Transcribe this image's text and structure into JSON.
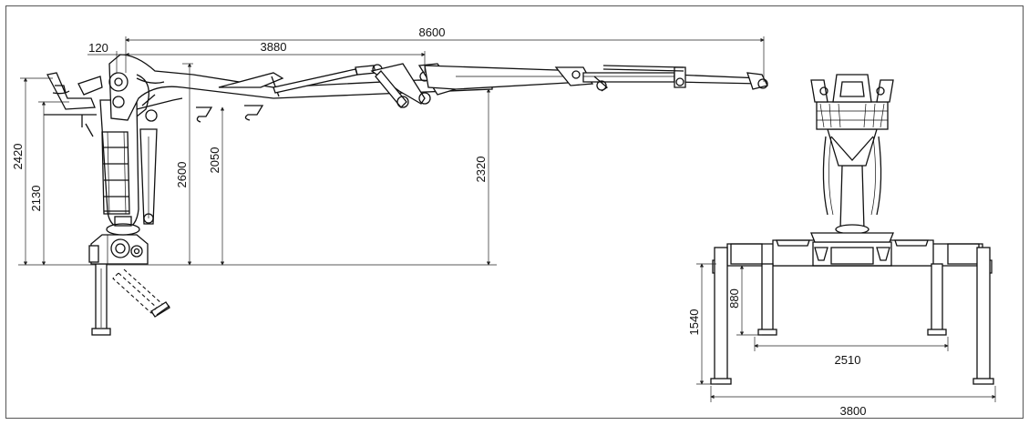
{
  "dimensions": {
    "d8600": "8600",
    "d120": "120",
    "d3880": "3880",
    "d2420": "2420",
    "d2130": "2130",
    "d2600": "2600",
    "d2050": "2050",
    "d2320": "2320",
    "d1540": "1540",
    "d880": "880",
    "d2510": "2510",
    "d3800": "3800"
  },
  "colors": {
    "line": "#111111",
    "background": "#ffffff",
    "border": "#555555"
  }
}
